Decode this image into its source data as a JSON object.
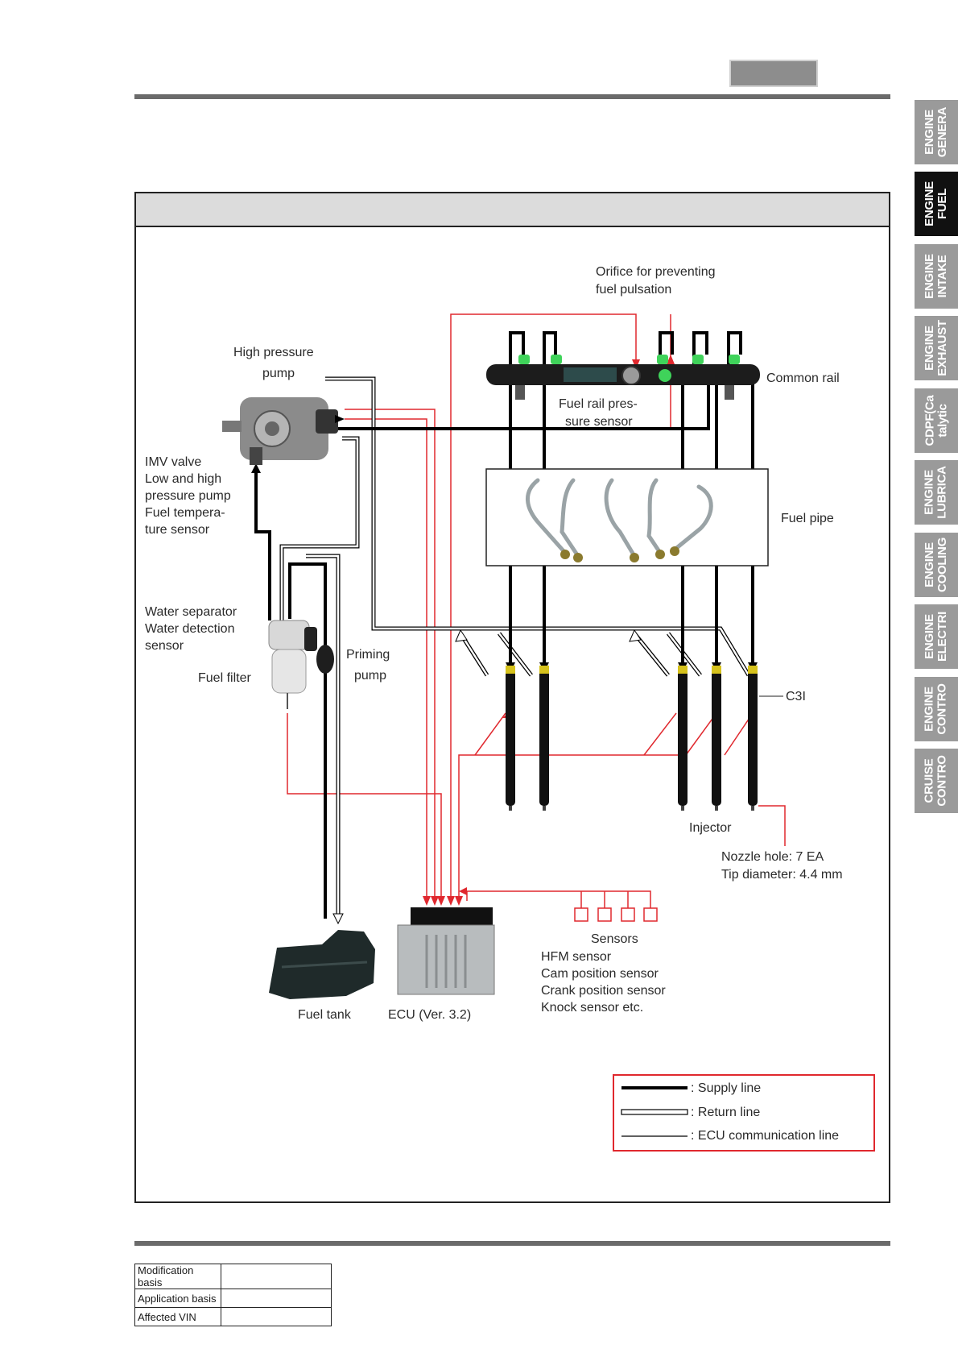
{
  "side_tabs": [
    {
      "label": "ENGINE\nGENERA",
      "active": false
    },
    {
      "label": "ENGINE\nFUEL",
      "active": true
    },
    {
      "label": "ENGINE\nINTAKE",
      "active": false
    },
    {
      "label": "ENGINE\nEXHAUST",
      "active": false
    },
    {
      "label": "CDPF(Ca\ntalytic",
      "active": false
    },
    {
      "label": "ENGINE\nLUBRICA",
      "active": false
    },
    {
      "label": "ENGINE\nCOOLING",
      "active": false
    },
    {
      "label": "ENGINE\nELECTRI",
      "active": false
    },
    {
      "label": "ENGINE\nCONTRO",
      "active": false
    },
    {
      "label": "CRUISE\nCONTRO",
      "active": false
    }
  ],
  "diagram": {
    "labels": {
      "orifice": [
        "Orifice for preventing",
        "fuel pulsation"
      ],
      "high_pressure_pump": [
        "High pressure",
        "pump"
      ],
      "common_rail": "Common rail",
      "fuel_rail_sensor": [
        "Fuel rail pres-",
        "sure sensor"
      ],
      "imv": [
        "IMV valve",
        "Low and high",
        "pressure pump",
        "Fuel tempera-",
        "ture sensor"
      ],
      "fuel_pipe": "Fuel pipe",
      "water_separator": [
        "Water separator",
        "Water detection",
        "sensor"
      ],
      "priming_pump": [
        "Priming",
        "pump"
      ],
      "fuel_filter": "Fuel filter",
      "c3i": "C3I",
      "injector": "Injector",
      "nozzle": [
        "Nozzle hole: 7 EA",
        "Tip diameter: 4.4 mm"
      ],
      "sensors": [
        "Sensors",
        "HFM sensor",
        "Cam position sensor",
        "Crank position sensor",
        "Knock sensor etc."
      ],
      "fuel_tank": "Fuel tank",
      "ecu": "ECU (Ver. 3.2)"
    },
    "legend": [
      ": Supply line",
      ": Return line",
      ": ECU communication line"
    ],
    "colors": {
      "supply": "#000000",
      "ecu_line": "#e0282e",
      "legend_border": "#e0282e",
      "injector_tip": "#d6c21c",
      "rail_cap": "#3fd35a"
    }
  },
  "footer_table": [
    {
      "label": "Modification basis",
      "value": ""
    },
    {
      "label": "Application basis",
      "value": ""
    },
    {
      "label": "Affected VIN",
      "value": ""
    }
  ]
}
